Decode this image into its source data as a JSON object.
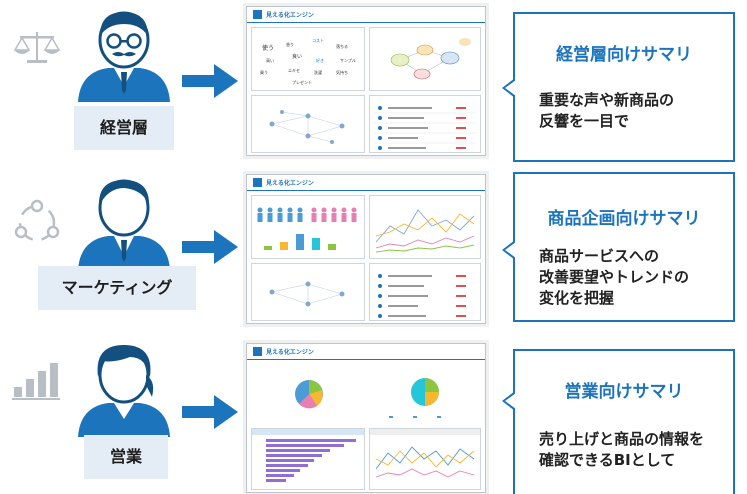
{
  "roles": [
    {
      "label": "経営層",
      "side_icon": "scale-icon",
      "shot_title": "見える化エンジン",
      "summary_title": "経営層向けサマリ",
      "summary_lines": [
        "重要な声や新商品の",
        "反響を一目で"
      ]
    },
    {
      "label": "マーケティング",
      "side_icon": "cycle-icon",
      "shot_title": "見える化エンジン",
      "summary_title": "商品企画向けサマリ",
      "summary_lines": [
        "商品サービスへの",
        "改善要望やトレンドの",
        "変化を把握"
      ]
    },
    {
      "label": "営業",
      "side_icon": "bar-chart-icon",
      "shot_title": "見える化エンジン",
      "summary_title": "営業向けサマリ",
      "summary_lines": [
        "売り上げと商品の情報を",
        "確認できるBIとして"
      ]
    }
  ],
  "colors": {
    "accent": "#1c75bc",
    "label_bg": "#e4edf6",
    "icon_gray": "#b8bec6"
  }
}
